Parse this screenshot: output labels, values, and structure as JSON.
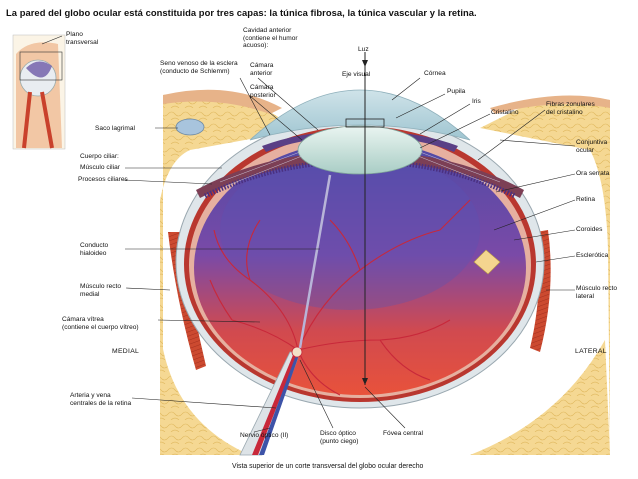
{
  "title": "La pared del globo ocular está constituida por tres capas: la túnica fibrosa, la túnica vascular y la retina.",
  "caption": "Vista superior de un corte transversal del globo ocular derecho",
  "labels": {
    "plano_transversal": "Plano\ntransversal",
    "camara_anterior_desc": "Cavidad anterior\n(contiene el humor\nacuoso):",
    "luz": "Luz",
    "seno_venoso": "Seno venoso de la esclera\n(conducto de Schlemm)",
    "camara_anterior": "Cámara\nanterior",
    "eje_visual": "Eje visual",
    "cornea": "Córnea",
    "camara_posterior": "Cámara\nposterior",
    "pupila": "Pupila",
    "iris": "Iris",
    "cristalino": "Cristalino",
    "fibras_zonulares": "Fibras zonulares\ndel cristalino",
    "saco_lagrimal": "Saco lagrimal",
    "conjuntiva": "Conjuntiva\nocular",
    "cuerpo_ciliar": "Cuerpo ciliar:",
    "musculo_ciliar": "Músculo ciliar",
    "procesos_ciliares": "Procesos ciliares",
    "ora_serrata": "Ora serrata",
    "retina": "Retina",
    "conducto_hialoideo": "Conducto\nhialoideo",
    "coroides": "Coroides",
    "esclerotica": "Esclerótica",
    "musculo_recto_medial": "Músculo recto\nmedial",
    "musculo_recto_lateral": "Músculo recto\nlateral",
    "camara_vitrea": "Cámara vítrea\n(contiene el cuerpo vítreo)",
    "medial": "MEDIAL",
    "lateral": "LATERAL",
    "arteria_vena": "Arteria y vena\ncentrales de la retina",
    "nervio_optico": "Nervio óptico (II)",
    "disco_optico": "Disco óptico\n(punto ciego)",
    "fovea": "Fóvea central"
  },
  "colors": {
    "sclera": "#d9dfe3",
    "choroid": "#b8332c",
    "retina_edge": "#6e4a9e",
    "vitreous_top": "#5b4fa8",
    "vitreous_bottom": "#e0473a",
    "fat": "#f3d28a",
    "muscle": "#c8492f",
    "cornea": "#b9d7df",
    "lens": "#d9ece6"
  }
}
